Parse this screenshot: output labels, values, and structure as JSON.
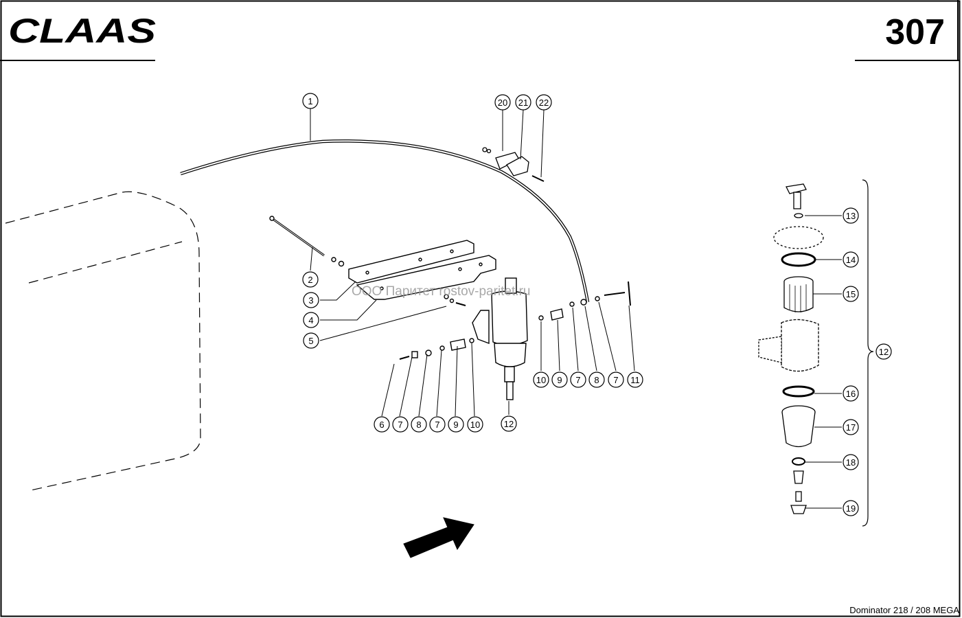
{
  "header": {
    "brand": "CLAAS",
    "page_number": "307"
  },
  "watermark": "ООО Паритет   rostov-paritet.ru",
  "footer": {
    "model": "Dominator 218 / 208 MEGA"
  },
  "callouts": [
    "1",
    "2",
    "3",
    "4",
    "5",
    "6",
    "7",
    "8",
    "7",
    "9",
    "10",
    "12",
    "10",
    "9",
    "7",
    "8",
    "7",
    "11",
    "20",
    "21",
    "22",
    "13",
    "14",
    "15",
    "12",
    "16",
    "17",
    "18",
    "19"
  ],
  "icons": {
    "direction": "direction-arrow-icon"
  }
}
